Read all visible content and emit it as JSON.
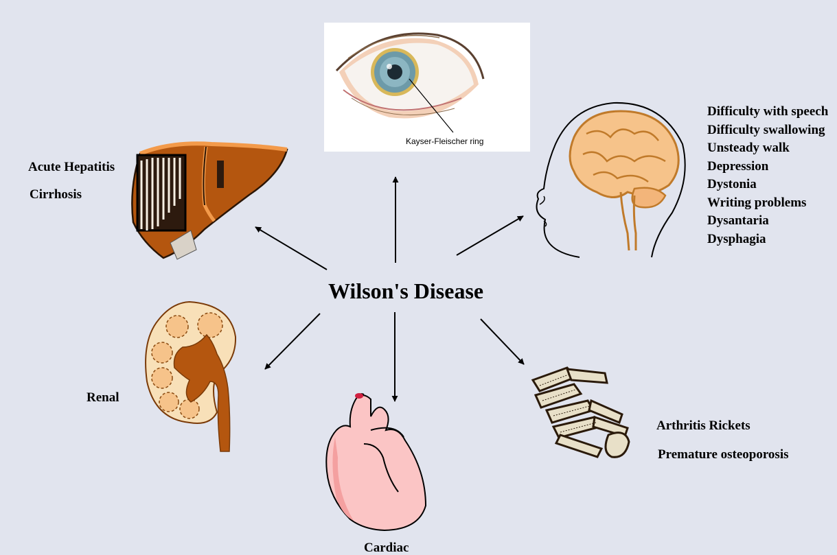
{
  "title": "Wilson's Disease",
  "eye": {
    "annotation": "Kayser-Fleischer ring"
  },
  "liver": {
    "labels": [
      "Acute Hepatitis",
      "Cirrhosis"
    ]
  },
  "brain": {
    "symptoms": [
      "Difficulty with speech",
      "Difficulty swallowing",
      "Unsteady walk",
      "Depression",
      "Dystonia",
      "Writing problems",
      "Dysantaria",
      "Dysphagia"
    ]
  },
  "kidney": {
    "label": "Renal"
  },
  "heart": {
    "label": "Cardiac"
  },
  "bones": {
    "labels": [
      "Arthritis Rickets",
      "Premature osteoporosis"
    ]
  },
  "colors": {
    "background": "#e1e4ee",
    "liver": "#b4560f",
    "brain": "#f6c38a",
    "heart": "#fbc5c5",
    "kidney": "#f8e0b8"
  }
}
